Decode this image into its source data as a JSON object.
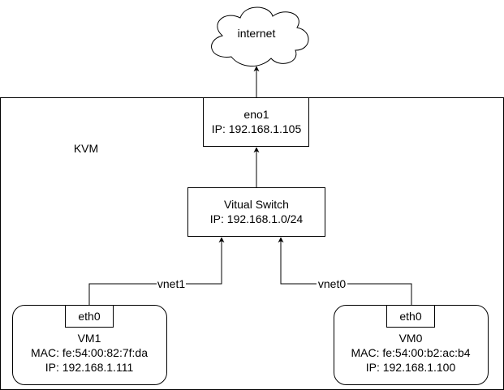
{
  "cloud": {
    "label": "internet"
  },
  "host": {
    "label": "KVM"
  },
  "nic": {
    "name": "eno1",
    "ip": "IP: 192.168.1.105"
  },
  "switch": {
    "name": "Vitual Switch",
    "ip": "IP: 192.168.1.0/24"
  },
  "vm1": {
    "eth": "eth0",
    "name": "VM1",
    "mac": "MAC: fe:54:00:82:7f:da",
    "ip": "IP: 192.168.1.111",
    "link": "vnet1"
  },
  "vm0": {
    "eth": "eth0",
    "name": "VM0",
    "mac": "MAC: fe:54:00:b2:ac:b4",
    "ip": "IP: 192.168.1.100",
    "link": "vnet0"
  },
  "colors": {
    "stroke": "#000000",
    "fill": "#ffffff"
  }
}
